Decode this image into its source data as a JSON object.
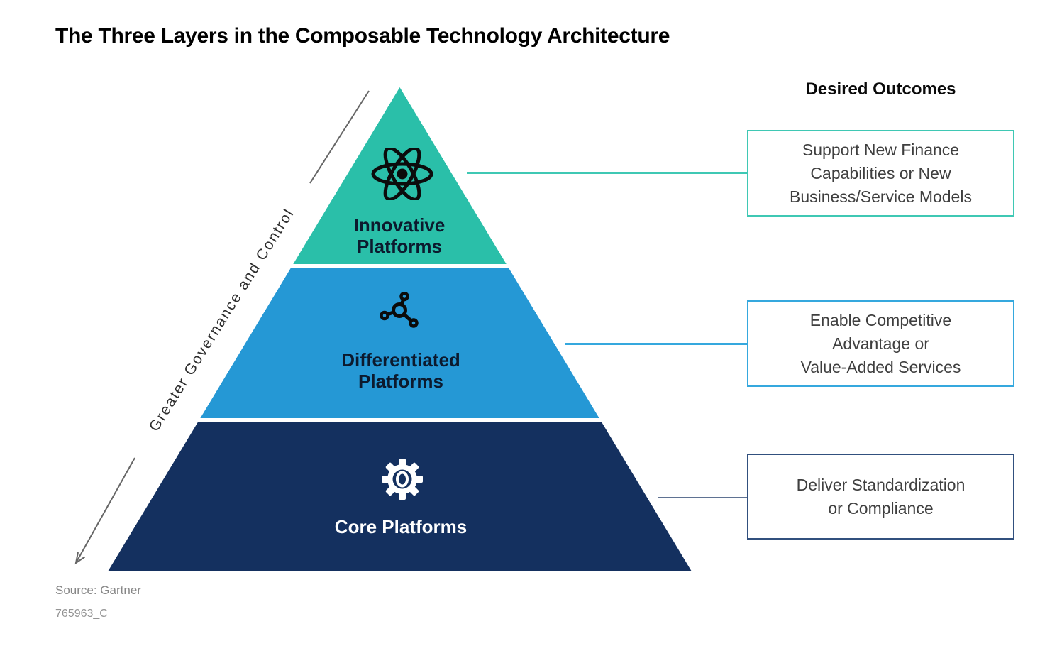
{
  "title": "The Three Layers in the Composable Technology Architecture",
  "governance": {
    "label": "Greater Governance and Control",
    "arrow_direction": "down-left"
  },
  "layers": [
    {
      "label": "Innovative\nPlatforms",
      "icon": "atom-icon",
      "fill_color": "#2abfa9",
      "text_color": "#0c1a2e"
    },
    {
      "label": "Differentiated\nPlatforms",
      "icon": "molecule-icon",
      "fill_color": "#2598d5",
      "text_color": "#0c1a2e"
    },
    {
      "label": "Core Platforms",
      "icon": "gear-icon",
      "fill_color": "#14305f",
      "text_color": "#ffffff"
    }
  ],
  "outcomes": {
    "header": "Desired Outcomes",
    "boxes": [
      {
        "text": "Support New Finance\nCapabilities or New\nBusiness/Service Models",
        "border_color": "#3fc8b4"
      },
      {
        "text": "Enable Competitive\nAdvantage or\nValue-Added Services",
        "border_color": "#35a8de"
      },
      {
        "text": "Deliver Standardization\nor Compliance",
        "border_color": "#31507e"
      }
    ]
  },
  "source": {
    "line1": "Source: Gartner",
    "line2": "765963_C"
  }
}
